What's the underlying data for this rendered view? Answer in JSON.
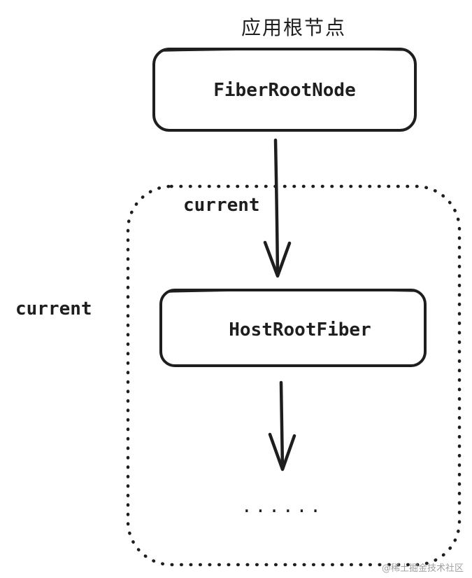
{
  "title": "应用根节点",
  "nodes": {
    "fiber_root_node": "FiberRootNode",
    "host_root_fiber": "HostRootFiber"
  },
  "labels": {
    "current_inner": "current",
    "current_outer": "current"
  },
  "ellipsis": "......",
  "watermark": "@稀土掘金技术社区",
  "colors": {
    "stroke": "#1e1e1e",
    "background": "#ffffff",
    "watermark": "#a0a0a0"
  }
}
